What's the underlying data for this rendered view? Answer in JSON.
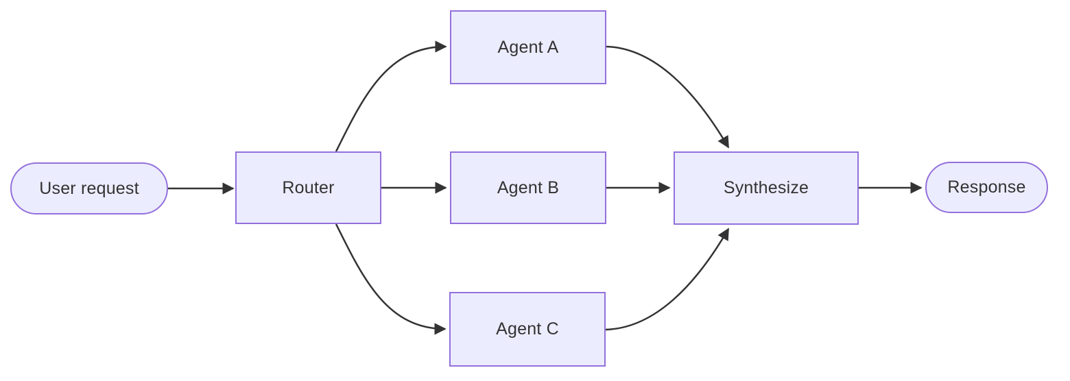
{
  "diagram": {
    "type": "flowchart",
    "direction": "left-to-right",
    "nodes": {
      "user_request": {
        "label": "User request",
        "shape": "stadium"
      },
      "router": {
        "label": "Router",
        "shape": "rectangle"
      },
      "agent_a": {
        "label": "Agent A",
        "shape": "rectangle"
      },
      "agent_b": {
        "label": "Agent B",
        "shape": "rectangle"
      },
      "agent_c": {
        "label": "Agent C",
        "shape": "rectangle"
      },
      "synthesize": {
        "label": "Synthesize",
        "shape": "rectangle"
      },
      "response": {
        "label": "Response",
        "shape": "stadium"
      }
    },
    "edges": [
      {
        "from": "user_request",
        "to": "router"
      },
      {
        "from": "router",
        "to": "agent_a"
      },
      {
        "from": "router",
        "to": "agent_b"
      },
      {
        "from": "router",
        "to": "agent_c"
      },
      {
        "from": "agent_a",
        "to": "synthesize"
      },
      {
        "from": "agent_b",
        "to": "synthesize"
      },
      {
        "from": "agent_c",
        "to": "synthesize"
      },
      {
        "from": "synthesize",
        "to": "response"
      }
    ],
    "colors": {
      "node_fill": "#ECECFF",
      "node_border": "#9370DB",
      "edge_stroke": "#333333",
      "text": "#333333",
      "background": "#FFFFFF"
    }
  }
}
